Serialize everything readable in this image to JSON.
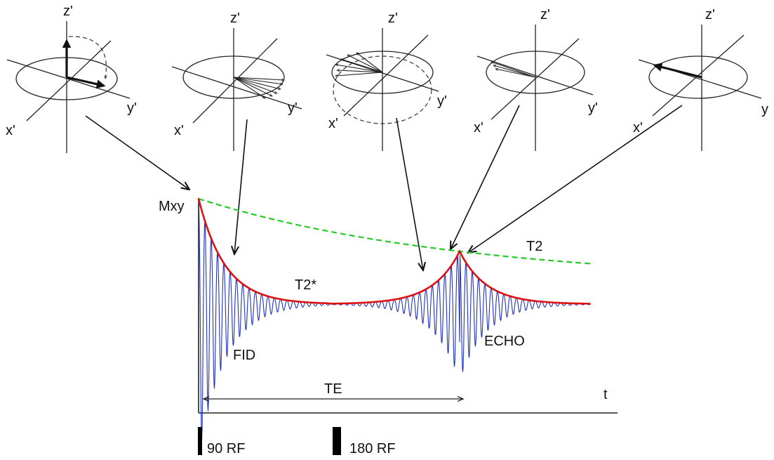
{
  "frames": [
    {
      "z": "z'",
      "x": "x'",
      "y": "y'"
    },
    {
      "z": "z'",
      "x": "x'",
      "y": "y'"
    },
    {
      "z": "z'",
      "x": "x'",
      "y": "y'"
    },
    {
      "z": "z'",
      "x": "x'",
      "y": "y'"
    },
    {
      "z": "z'",
      "x": "x'",
      "y": "y"
    }
  ],
  "plot": {
    "y_axis_label": "Mxy",
    "x_axis_label": "t",
    "t2_label": "T2",
    "t2star_label": "T2*",
    "fid_label": "FID",
    "echo_label": "ECHO",
    "te_label": "TE"
  },
  "pulses": {
    "rf90_label": "90 RF",
    "rf180_label": "180 RF"
  },
  "colors": {
    "t2_curve": "#22cc22",
    "t2star_envelope": "#dd1111",
    "signal": "#2233bb"
  }
}
